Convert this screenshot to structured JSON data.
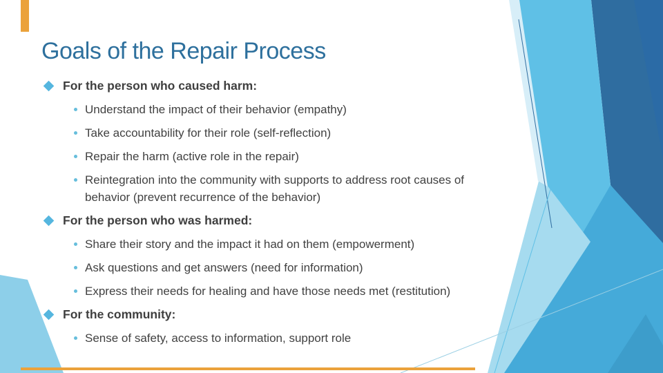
{
  "slide": {
    "title": "Goals of the Repair Process",
    "sections": [
      {
        "heading": "For the person who caused harm:",
        "items": [
          "Understand the impact of their behavior (empathy)",
          "Take accountability for their role (self-reflection)",
          "Repair the harm (active role in the repair)",
          "Reintegration into the community with supports to address root causes of behavior (prevent recurrence of the behavior)"
        ]
      },
      {
        "heading": "For the person who was harmed:",
        "items": [
          "Share their story and the impact it had on them (empowerment)",
          "Ask questions and get answers (need for information)",
          "Express their needs for healing and have those needs met (restitution)"
        ]
      },
      {
        "heading": "For the community:",
        "items": [
          "Sense of safety, access to information, support role"
        ]
      }
    ],
    "colors": {
      "title_text": "#2e709d",
      "body_text": "#3f3f3f",
      "diamond_bullet": "#55b6df",
      "dot_bullet": "#66bedc",
      "accent_orange": "#eba23b",
      "deco_dark": "#2f6da0",
      "deco_dark2": "#2b6ba6",
      "deco_medium": "#5fc0e6",
      "deco_medium_deep": "#45aad9",
      "deco_corner": "#3d9dcb",
      "deco_light": "#a6dbef",
      "deco_pale": "#d7eef8",
      "deco_wedge": "#8dcfe9",
      "hairline_dark": "#2f6da0",
      "hairline_light": "#9acfe4"
    }
  }
}
